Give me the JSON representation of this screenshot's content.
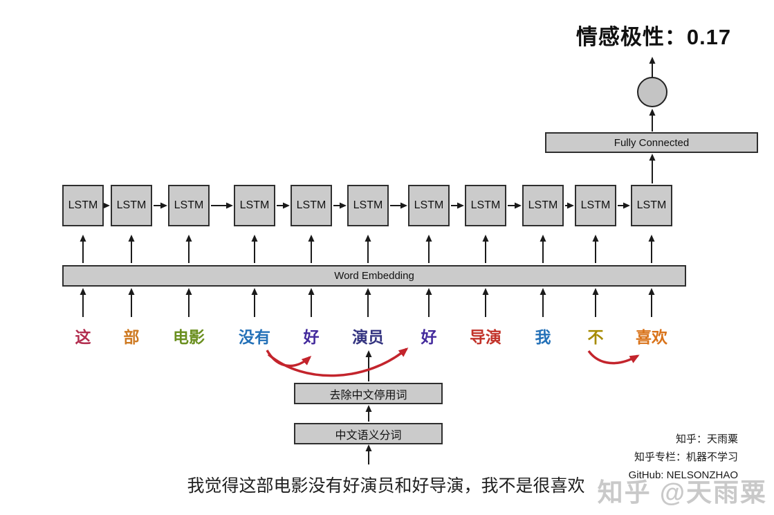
{
  "title": "情感极性：0.17",
  "network": {
    "fully_connected_label": "Fully Connected",
    "lstm_label": "LSTM",
    "lstm_count": 11,
    "embedding_label": "Word Embedding"
  },
  "words": [
    {
      "text": "这",
      "color": "#b22d4e"
    },
    {
      "text": "部",
      "color": "#ce7a22"
    },
    {
      "text": "电影",
      "color": "#6a8f1f"
    },
    {
      "text": "没有",
      "color": "#2471b8"
    },
    {
      "text": "好",
      "color": "#432a9c"
    },
    {
      "text": "演员",
      "color": "#343480"
    },
    {
      "text": "好",
      "color": "#432a9c"
    },
    {
      "text": "导演",
      "color": "#c23229"
    },
    {
      "text": "我",
      "color": "#2471b8"
    },
    {
      "text": "不",
      "color": "#a68b00"
    },
    {
      "text": "喜欢",
      "color": "#d9731a"
    }
  ],
  "pipeline": {
    "stopword_label": "去除中文停用词",
    "segmentation_label": "中文语义分词"
  },
  "input_sentence": "我觉得这部电影没有好演员和好导演，我不是很喜欢",
  "attribution": {
    "line1": "知乎：天雨粟",
    "line2": "知乎专栏：机器不学习",
    "line3": "GitHub: NELSONZHAO"
  },
  "watermark": "知乎 @天雨粟",
  "colors": {
    "box_fill": "#cbcbcb",
    "box_border": "#2e2e2e",
    "arrow": "#1a1a1a",
    "relation_arrow": "#c3242c"
  }
}
